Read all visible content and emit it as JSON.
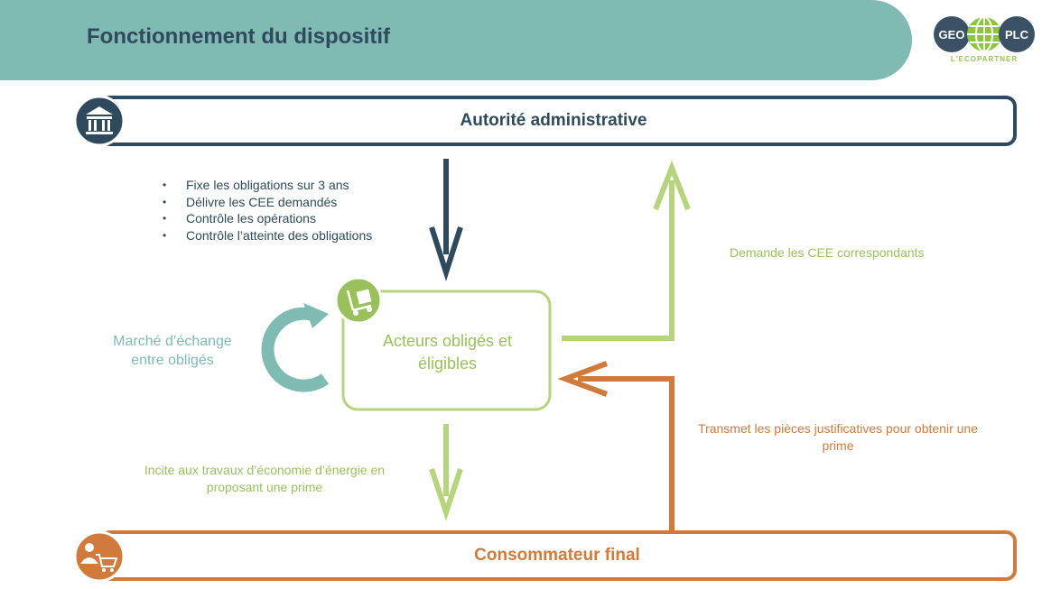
{
  "page": {
    "title": "Fonctionnement du dispositif"
  },
  "logo": {
    "left": "GEO",
    "right": "PLC",
    "tagline": "L'ECOPARTNER"
  },
  "boxes": {
    "admin": {
      "title": "Autorité administrative",
      "icon": "bank-icon"
    },
    "actors": {
      "title_line1": "Acteurs obligés et",
      "title_line2": "éligibles",
      "icon": "hand-truck-icon"
    },
    "consumer": {
      "title": "Consommateur final",
      "icon": "consumer-cart-icon"
    }
  },
  "labels": {
    "obligations": [
      "Fixe les obligations sur 3 ans",
      "Délivre les CEE demandés",
      "Contrôle les opérations",
      "Contrôle l’atteinte des obligations"
    ],
    "marche_line1": "Marché d’échange",
    "marche_line2": "entre obligés",
    "demande": "Demande les CEE correspondants",
    "transmet_line1": "Transmet les pièces justificatives pour obtenir une",
    "transmet_line2": "prime",
    "incite_line1": "Incite aux travaux d’économie d’énergie en",
    "incite_line2": "proposant une prime"
  },
  "colors": {
    "navy": "#2e4a5c",
    "teal": "#7fbab3",
    "green": "#99c05a",
    "light_green": "#b5d47d",
    "orange": "#d07a3c"
  }
}
